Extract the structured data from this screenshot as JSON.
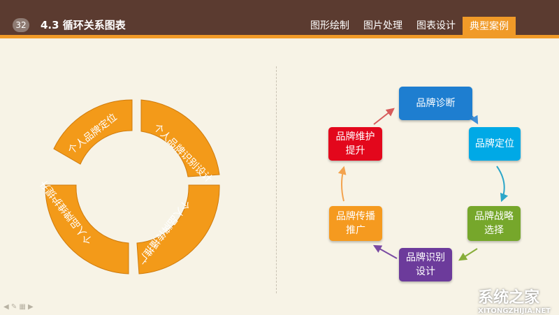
{
  "header": {
    "slide_number": "32",
    "title": "4.3 循环关系图表",
    "nav": [
      "图形绘制",
      "图片处理",
      "图表设计",
      "典型案例"
    ]
  },
  "left_cycle": {
    "segments": [
      "个人品牌定位",
      "个人品牌识别设计",
      "个人品牌传播推广",
      "个人品牌维护提升"
    ]
  },
  "right_cycle": {
    "nodes": [
      {
        "text": "品牌诊断",
        "line2": ""
      },
      {
        "text": "品牌定位",
        "line2": ""
      },
      {
        "text": "品牌战略",
        "line2": "选择"
      },
      {
        "text": "品牌识别",
        "line2": "设计"
      },
      {
        "text": "品牌传播",
        "line2": "推广"
      },
      {
        "text": "品牌维护",
        "line2": "提升"
      }
    ]
  },
  "footer": {
    "icons": "◀ ✎ ▦ ▶"
  },
  "watermark": {
    "text": "系统之家",
    "url": "XITONGZHIJIA.NET"
  }
}
